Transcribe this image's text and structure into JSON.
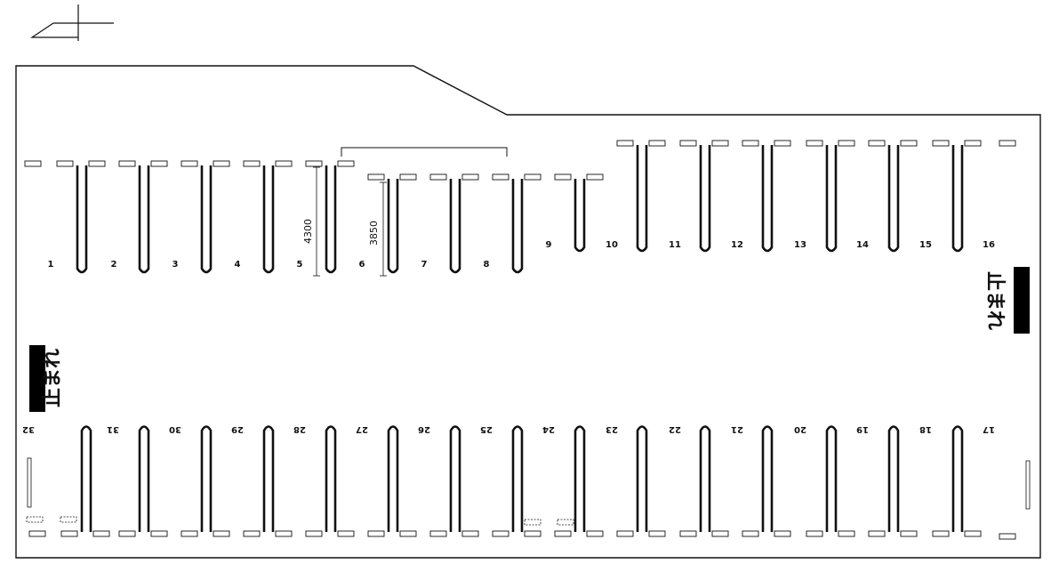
{
  "top_row": {
    "stalls": [
      "1",
      "2",
      "3",
      "4",
      "5",
      "6",
      "7",
      "8",
      "9",
      "10",
      "11",
      "12",
      "13",
      "14",
      "15",
      "16"
    ]
  },
  "bottom_row": {
    "stalls": [
      "32",
      "31",
      "30",
      "29",
      "28",
      "27",
      "26",
      "25",
      "24",
      "23",
      "22",
      "21",
      "20",
      "19",
      "18",
      "17"
    ]
  },
  "dimensions": {
    "left": "4300",
    "right": "3850"
  },
  "signs": {
    "stop_right": "止まれ",
    "stop_left": "止まれ"
  },
  "colors": {
    "line": "#111111",
    "background": "#ffffff",
    "sign_bar": "#000000"
  }
}
